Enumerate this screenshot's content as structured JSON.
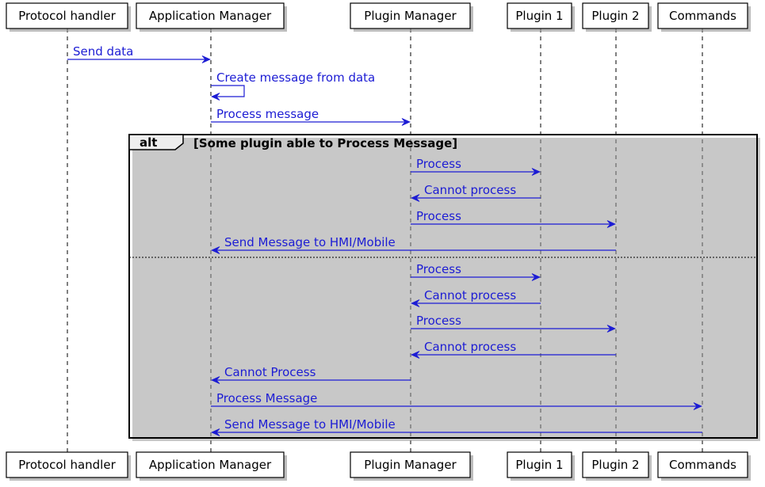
{
  "participants": [
    {
      "id": "protocol",
      "name": "Protocol handler"
    },
    {
      "id": "appmgr",
      "name": "Application Manager"
    },
    {
      "id": "pluginmgr",
      "name": "Plugin Manager"
    },
    {
      "id": "plugin1",
      "name": "Plugin 1"
    },
    {
      "id": "plugin2",
      "name": "Plugin 2"
    },
    {
      "id": "commands",
      "name": "Commands"
    }
  ],
  "messages": [
    {
      "from": "protocol",
      "to": "appmgr",
      "label": "Send data"
    },
    {
      "from": "appmgr",
      "to": "appmgr",
      "label": "Create message from data"
    },
    {
      "from": "appmgr",
      "to": "pluginmgr",
      "label": "Process message"
    },
    {
      "from": "pluginmgr",
      "to": "plugin1",
      "label": "Process"
    },
    {
      "from": "plugin1",
      "to": "pluginmgr",
      "label": "Cannot process"
    },
    {
      "from": "pluginmgr",
      "to": "plugin2",
      "label": "Process"
    },
    {
      "from": "plugin2",
      "to": "appmgr",
      "label": "Send Message to HMI/Mobile"
    },
    {
      "from": "pluginmgr",
      "to": "plugin1",
      "label": "Process"
    },
    {
      "from": "plugin1",
      "to": "pluginmgr",
      "label": "Cannot process"
    },
    {
      "from": "pluginmgr",
      "to": "plugin2",
      "label": "Process"
    },
    {
      "from": "plugin2",
      "to": "pluginmgr",
      "label": "Cannot process"
    },
    {
      "from": "pluginmgr",
      "to": "appmgr",
      "label": "Cannot Process"
    },
    {
      "from": "appmgr",
      "to": "commands",
      "label": "Process Message"
    },
    {
      "from": "commands",
      "to": "appmgr",
      "label": "Send Message to HMI/Mobile"
    }
  ],
  "alt": {
    "keyword": "alt",
    "guard": "[Some plugin able to Process Message]"
  },
  "colors": {
    "message": "#1c1cd4",
    "lifeline": "#000000",
    "frame": "#000000",
    "alt_tab": "#eeeeee"
  }
}
